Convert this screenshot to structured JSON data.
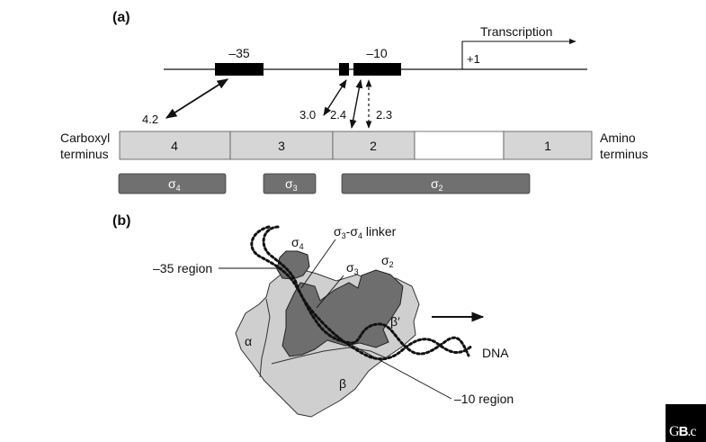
{
  "panel_a": {
    "label": "(a)",
    "transcription": "Transcription",
    "tss": "+1",
    "minus35": "–35",
    "minus10": "–10",
    "carboxyl_line1": "Carboxyl",
    "carboxyl_line2": "terminus",
    "amino_line1": "Amino",
    "amino_line2": "terminus",
    "region_numbers": {
      "r42": "4.2",
      "r30": "3.0",
      "r24": "2.4",
      "r23": "2.3"
    },
    "domain_bar": {
      "d4": "4",
      "d3": "3",
      "d2": "2",
      "d1": "1"
    },
    "subdomains": {
      "s4": "σ",
      "s4_sub": "4",
      "s3": "σ",
      "s3_sub": "3",
      "s2": "σ",
      "s2_sub": "2"
    }
  },
  "panel_b": {
    "label": "(b)",
    "sigma4": "σ",
    "sigma4_sub": "4",
    "linker_a": "σ",
    "linker_a_sub": "3",
    "linker_dash": "-σ",
    "linker_b_sub": "4",
    "linker_word": " linker",
    "sigma3": "σ",
    "sigma3_sub": "3",
    "sigma2": "σ",
    "sigma2_sub": "2",
    "minus35_region": "–35 region",
    "minus10_region": "–10 region",
    "beta_prime": "β′",
    "alpha": "α",
    "beta": "β",
    "dna": "DNA"
  },
  "logo": {
    "main": "G",
    "bold": "B",
    "suffix": ".c"
  },
  "colors": {
    "domain_fill": "#d6d6d6",
    "subdomain_fill": "#707070",
    "polymerase_light": "#cfcfcf",
    "sigma_dark": "#6e6e6e"
  }
}
